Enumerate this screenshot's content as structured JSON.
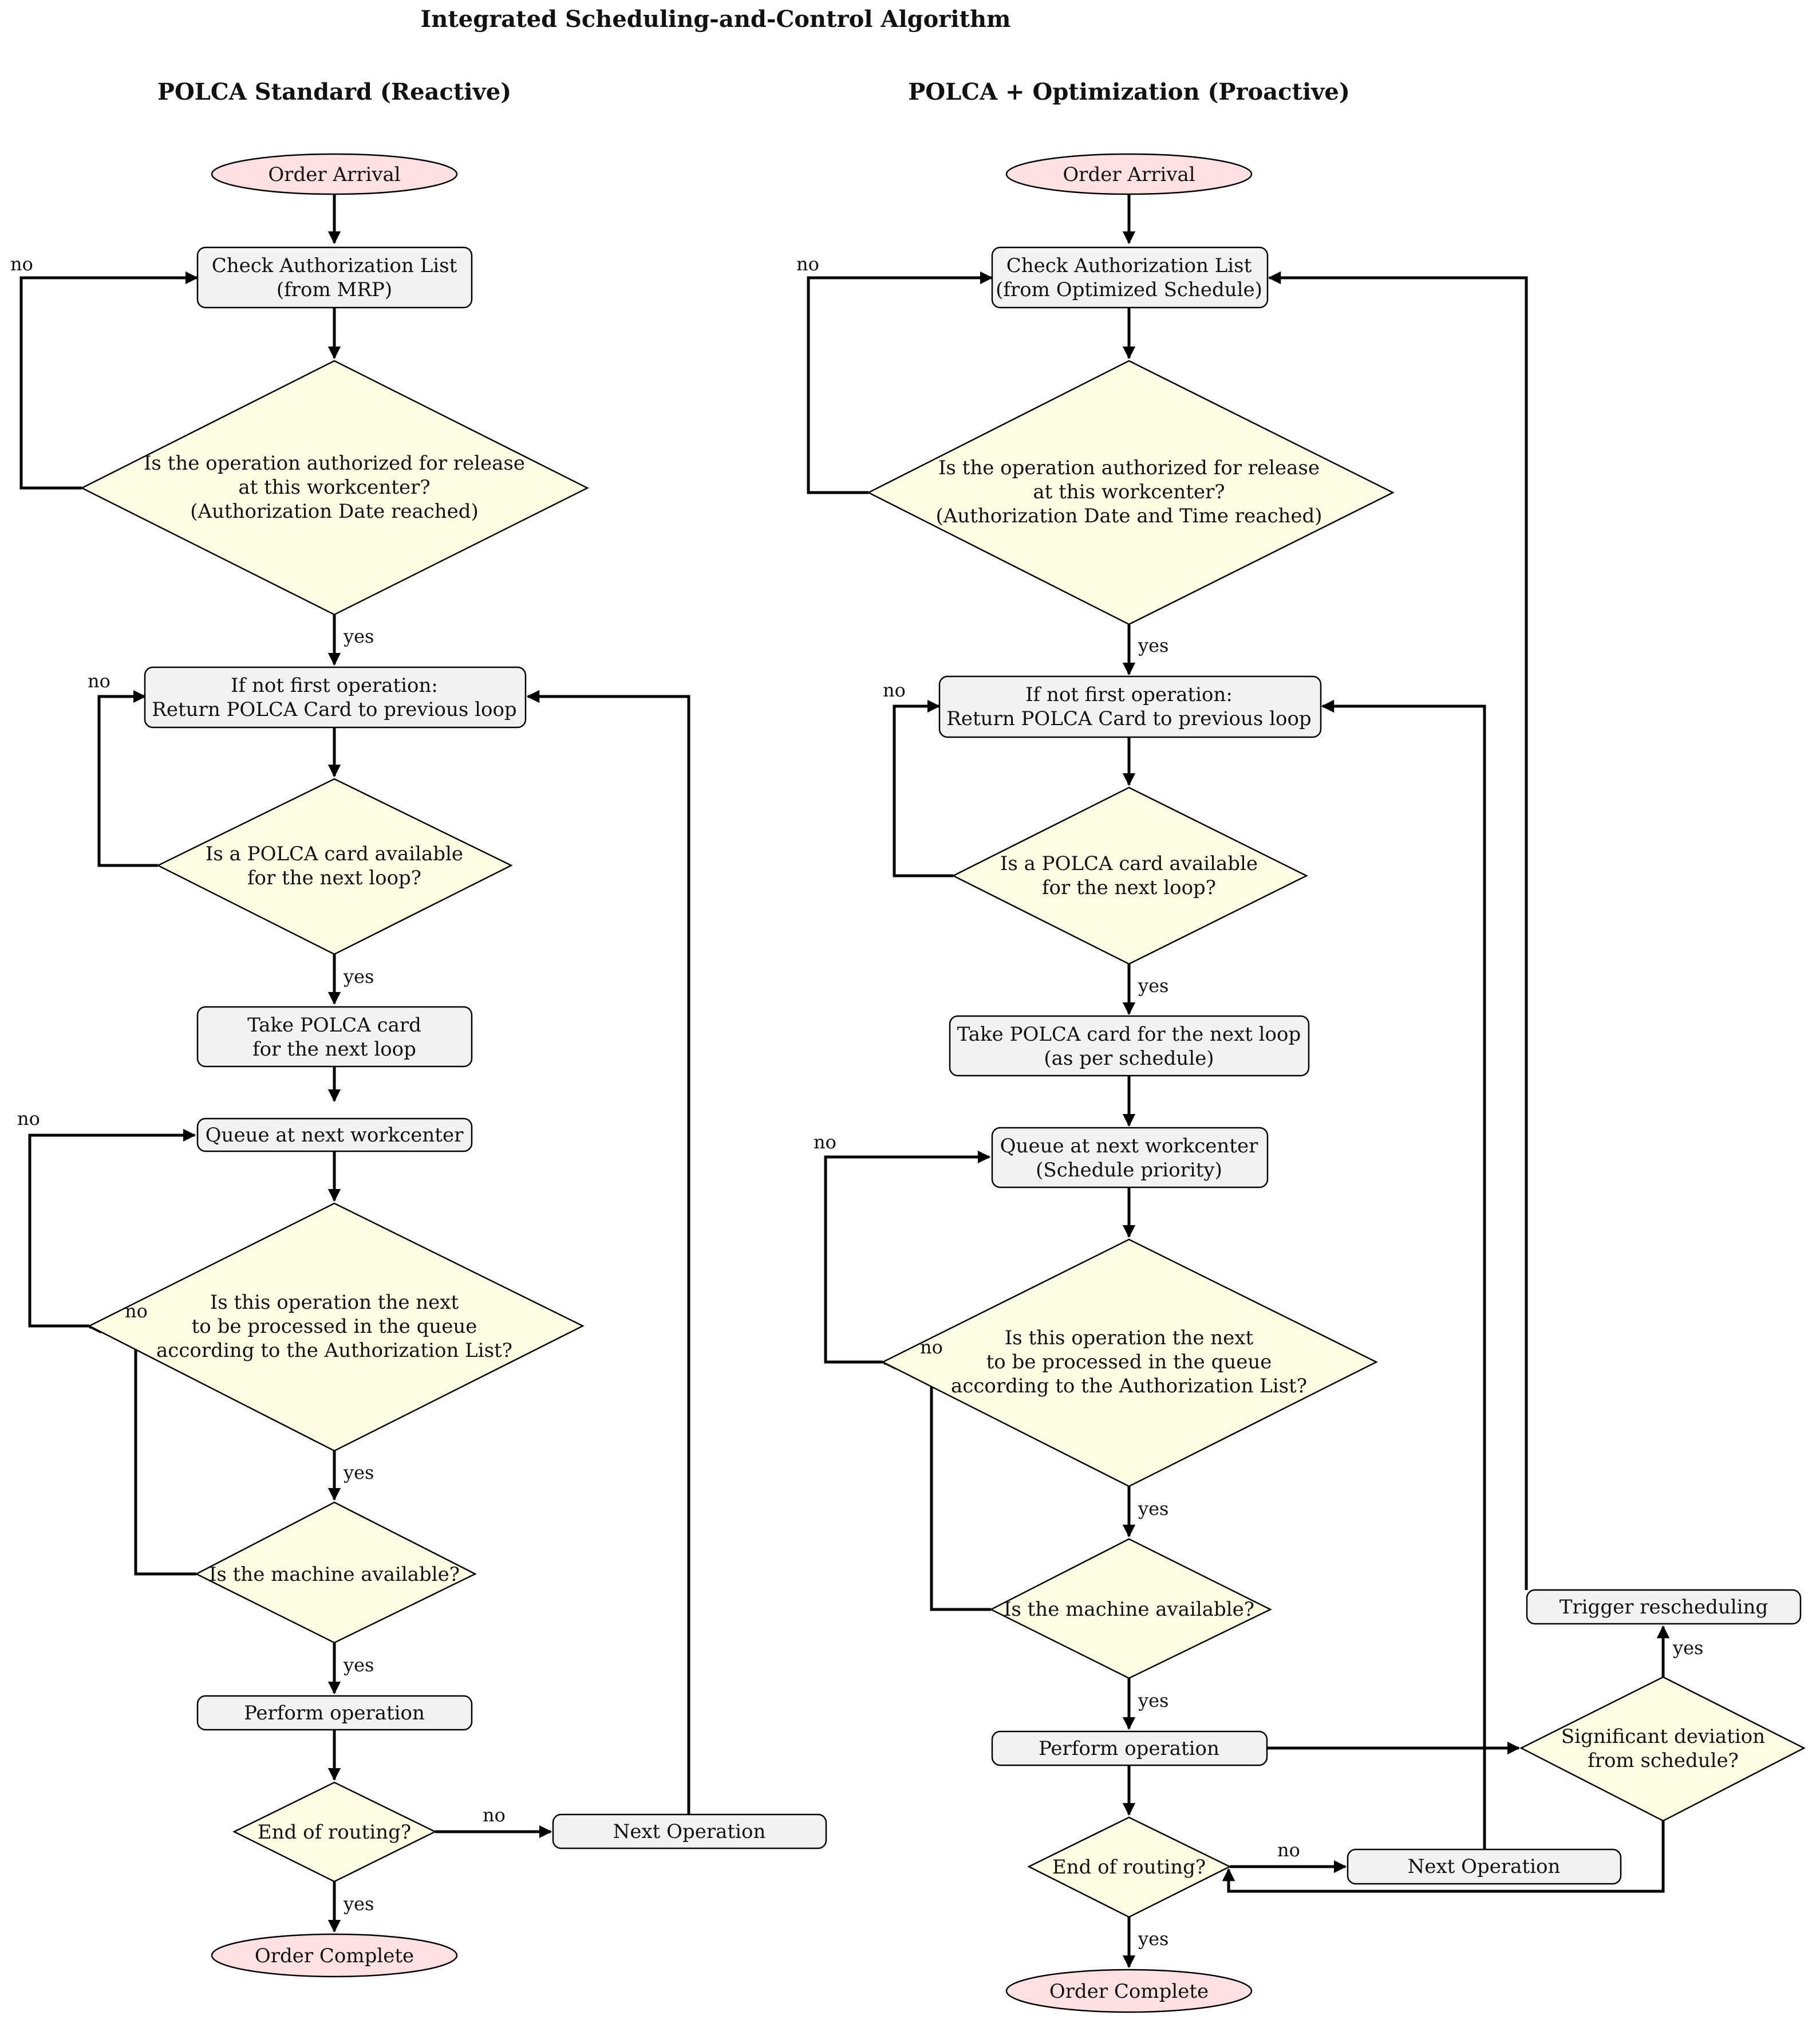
{
  "title": "Integrated Scheduling-and-Control Algorithm",
  "panels": {
    "standard": {
      "heading": "POLCA Standard (Reactive)",
      "nodes": {
        "order_arrival": [
          "Order Arrival"
        ],
        "check_auth": [
          "Check Authorization List",
          "(from MRP)"
        ],
        "authorized": [
          "Is the operation authorized for release",
          "at this workcenter?",
          "(Authorization Date reached)"
        ],
        "return_card": [
          "If not first operation:",
          "Return POLCA Card to previous loop"
        ],
        "card_available": [
          "Is a POLCA card available",
          "for the next loop?"
        ],
        "take_card": [
          "Take POLCA card",
          "for the next loop"
        ],
        "queue": [
          "Queue at next workcenter"
        ],
        "next_in_queue": [
          "Is this operation the next",
          "to be processed in the queue",
          "according to the Authorization List?"
        ],
        "machine_available": [
          "Is the machine available?"
        ],
        "perform": [
          "Perform operation"
        ],
        "end_routing": [
          "End of routing?"
        ],
        "next_operation": [
          "Next Operation"
        ],
        "order_complete": [
          "Order Complete"
        ]
      }
    },
    "optimized": {
      "heading": "POLCA + Optimization (Proactive)",
      "nodes": {
        "order_arrival": [
          "Order Arrival"
        ],
        "check_auth": [
          "Check Authorization List",
          "(from Optimized Schedule)"
        ],
        "authorized": [
          "Is the operation authorized for release",
          "at this workcenter?",
          "(Authorization Date and Time reached)"
        ],
        "return_card": [
          "If not first operation:",
          "Return POLCA Card to previous loop"
        ],
        "card_available": [
          "Is a POLCA card available",
          "for the next loop?"
        ],
        "take_card": [
          "Take POLCA card for the next loop",
          "(as per schedule)"
        ],
        "queue": [
          "Queue at next workcenter",
          "(Schedule priority)"
        ],
        "next_in_queue": [
          "Is this operation the next",
          "to be processed in the queue",
          "according to the Authorization List?"
        ],
        "machine_available": [
          "Is the machine available?"
        ],
        "perform": [
          "Perform operation"
        ],
        "end_routing": [
          "End of routing?"
        ],
        "next_operation": [
          "Next Operation"
        ],
        "order_complete": [
          "Order Complete"
        ],
        "deviation": [
          "Significant deviation",
          "from schedule?"
        ],
        "reschedule": [
          "Trigger rescheduling"
        ]
      }
    }
  },
  "edge_labels": {
    "yes": "yes",
    "no": "no"
  },
  "colors": {
    "terminal_fill": "#fde0e2",
    "process_fill": "#f2f2f2",
    "decision_fill": "#fdfde4",
    "stroke": "#000000"
  }
}
